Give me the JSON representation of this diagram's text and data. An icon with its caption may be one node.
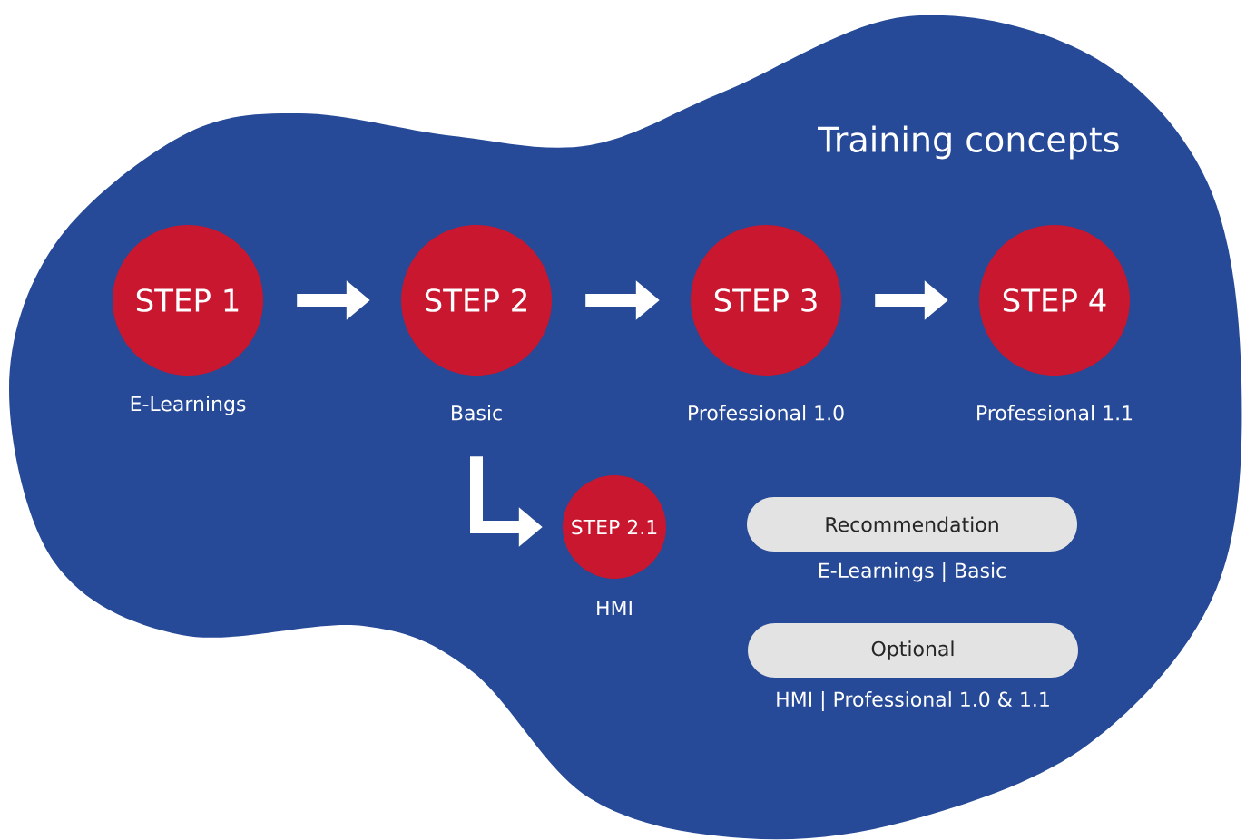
{
  "diagram": {
    "title": "Training concepts",
    "nodes": [
      {
        "text": [
          "STEP 1"
        ],
        "beside": [
          "E-Learnings"
        ]
      },
      {
        "text": [
          "STEP 2"
        ],
        "beside": [
          "Basic"
        ]
      },
      {
        "text": [
          "STEP 3"
        ],
        "beside": [
          "Professional 1.0"
        ]
      },
      {
        "text": [
          "STEP 4"
        ],
        "beside": [
          "Professional 1.1"
        ]
      },
      {
        "text": [
          "STEP 2.1"
        ],
        "beside": [
          "HMI"
        ]
      },
      {
        "text": [
          "Recommendation"
        ],
        "beside": [
          "E-Learnings | Basic"
        ]
      },
      {
        "text": [
          "Optional"
        ],
        "beside": [
          "HMI | Professional 1.0 & 1.1"
        ]
      }
    ],
    "edges": [
      {
        "from": 0,
        "to": 1,
        "arrow": "to"
      },
      {
        "from": 1,
        "to": 2,
        "arrow": "to"
      },
      {
        "from": 2,
        "to": 3,
        "arrow": "to"
      },
      {
        "from": 1,
        "to": 4,
        "arrow": "to"
      }
    ]
  }
}
